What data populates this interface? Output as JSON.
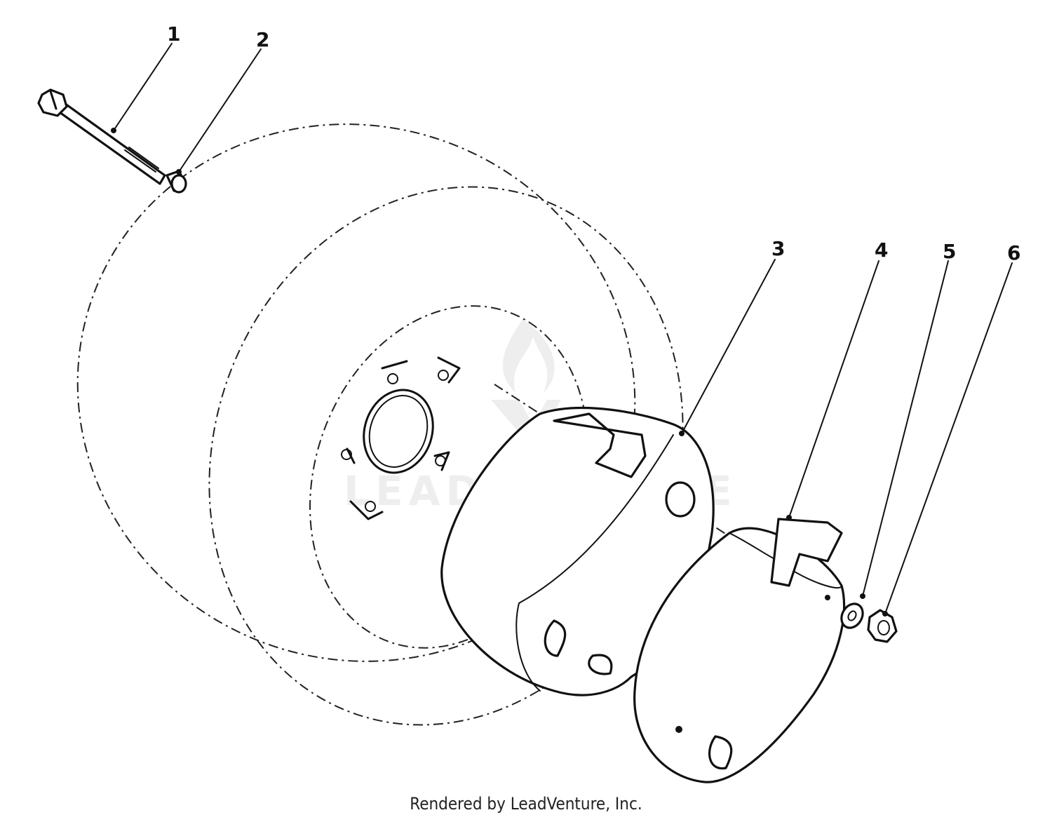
{
  "diagram": {
    "callouts": [
      "1",
      "2",
      "3",
      "4",
      "5",
      "6"
    ],
    "watermark": "LEADVENTURE",
    "footer": "Rendered by LeadVenture, Inc."
  },
  "colors": {
    "line": "#111111",
    "watermark": "#eeeeee",
    "background": "#ffffff"
  }
}
